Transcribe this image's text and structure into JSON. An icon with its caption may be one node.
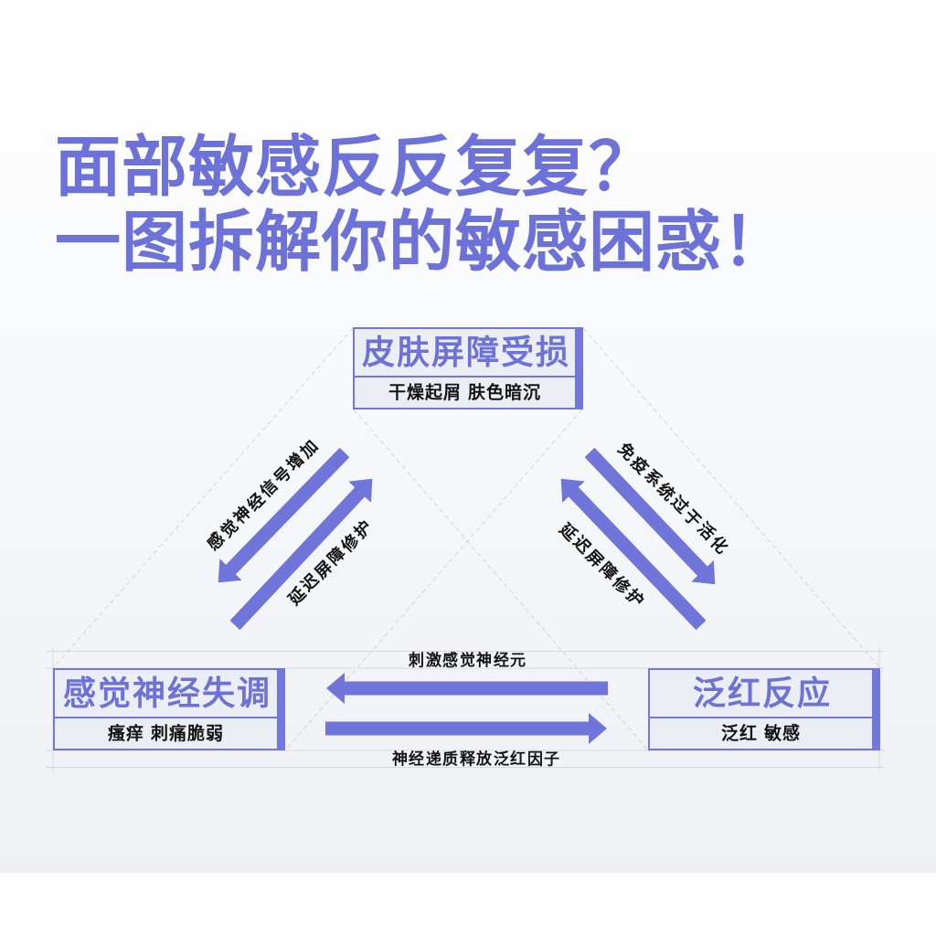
{
  "diagram": {
    "title": "面部敏感反反复复？一图拆解你的敏感困惑！",
    "nodes": [
      {
        "text": [
          "皮肤屏障受损",
          "干燥起屑 肤色暗沉"
        ]
      },
      {
        "text": [
          "感觉神经失调",
          "瘙痒 刺痛脆弱"
        ]
      },
      {
        "text": [
          "泛红反应",
          "泛红 敏感"
        ]
      }
    ],
    "edges": [
      {
        "from": 0,
        "to": 1,
        "arrow": "to",
        "label": "感觉神经信号增加"
      },
      {
        "from": 1,
        "to": 0,
        "arrow": "to",
        "label": "延迟屏障修护"
      },
      {
        "from": 0,
        "to": 2,
        "arrow": "to",
        "label": "免疫系统过于活化"
      },
      {
        "from": 2,
        "to": 0,
        "arrow": "to",
        "label": "延迟屏障修护"
      },
      {
        "from": 2,
        "to": 1,
        "arrow": "to",
        "label": "刺激感觉神经元"
      },
      {
        "from": 1,
        "to": 2,
        "arrow": "to",
        "label": "神经递质释放泛红因子"
      }
    ]
  }
}
